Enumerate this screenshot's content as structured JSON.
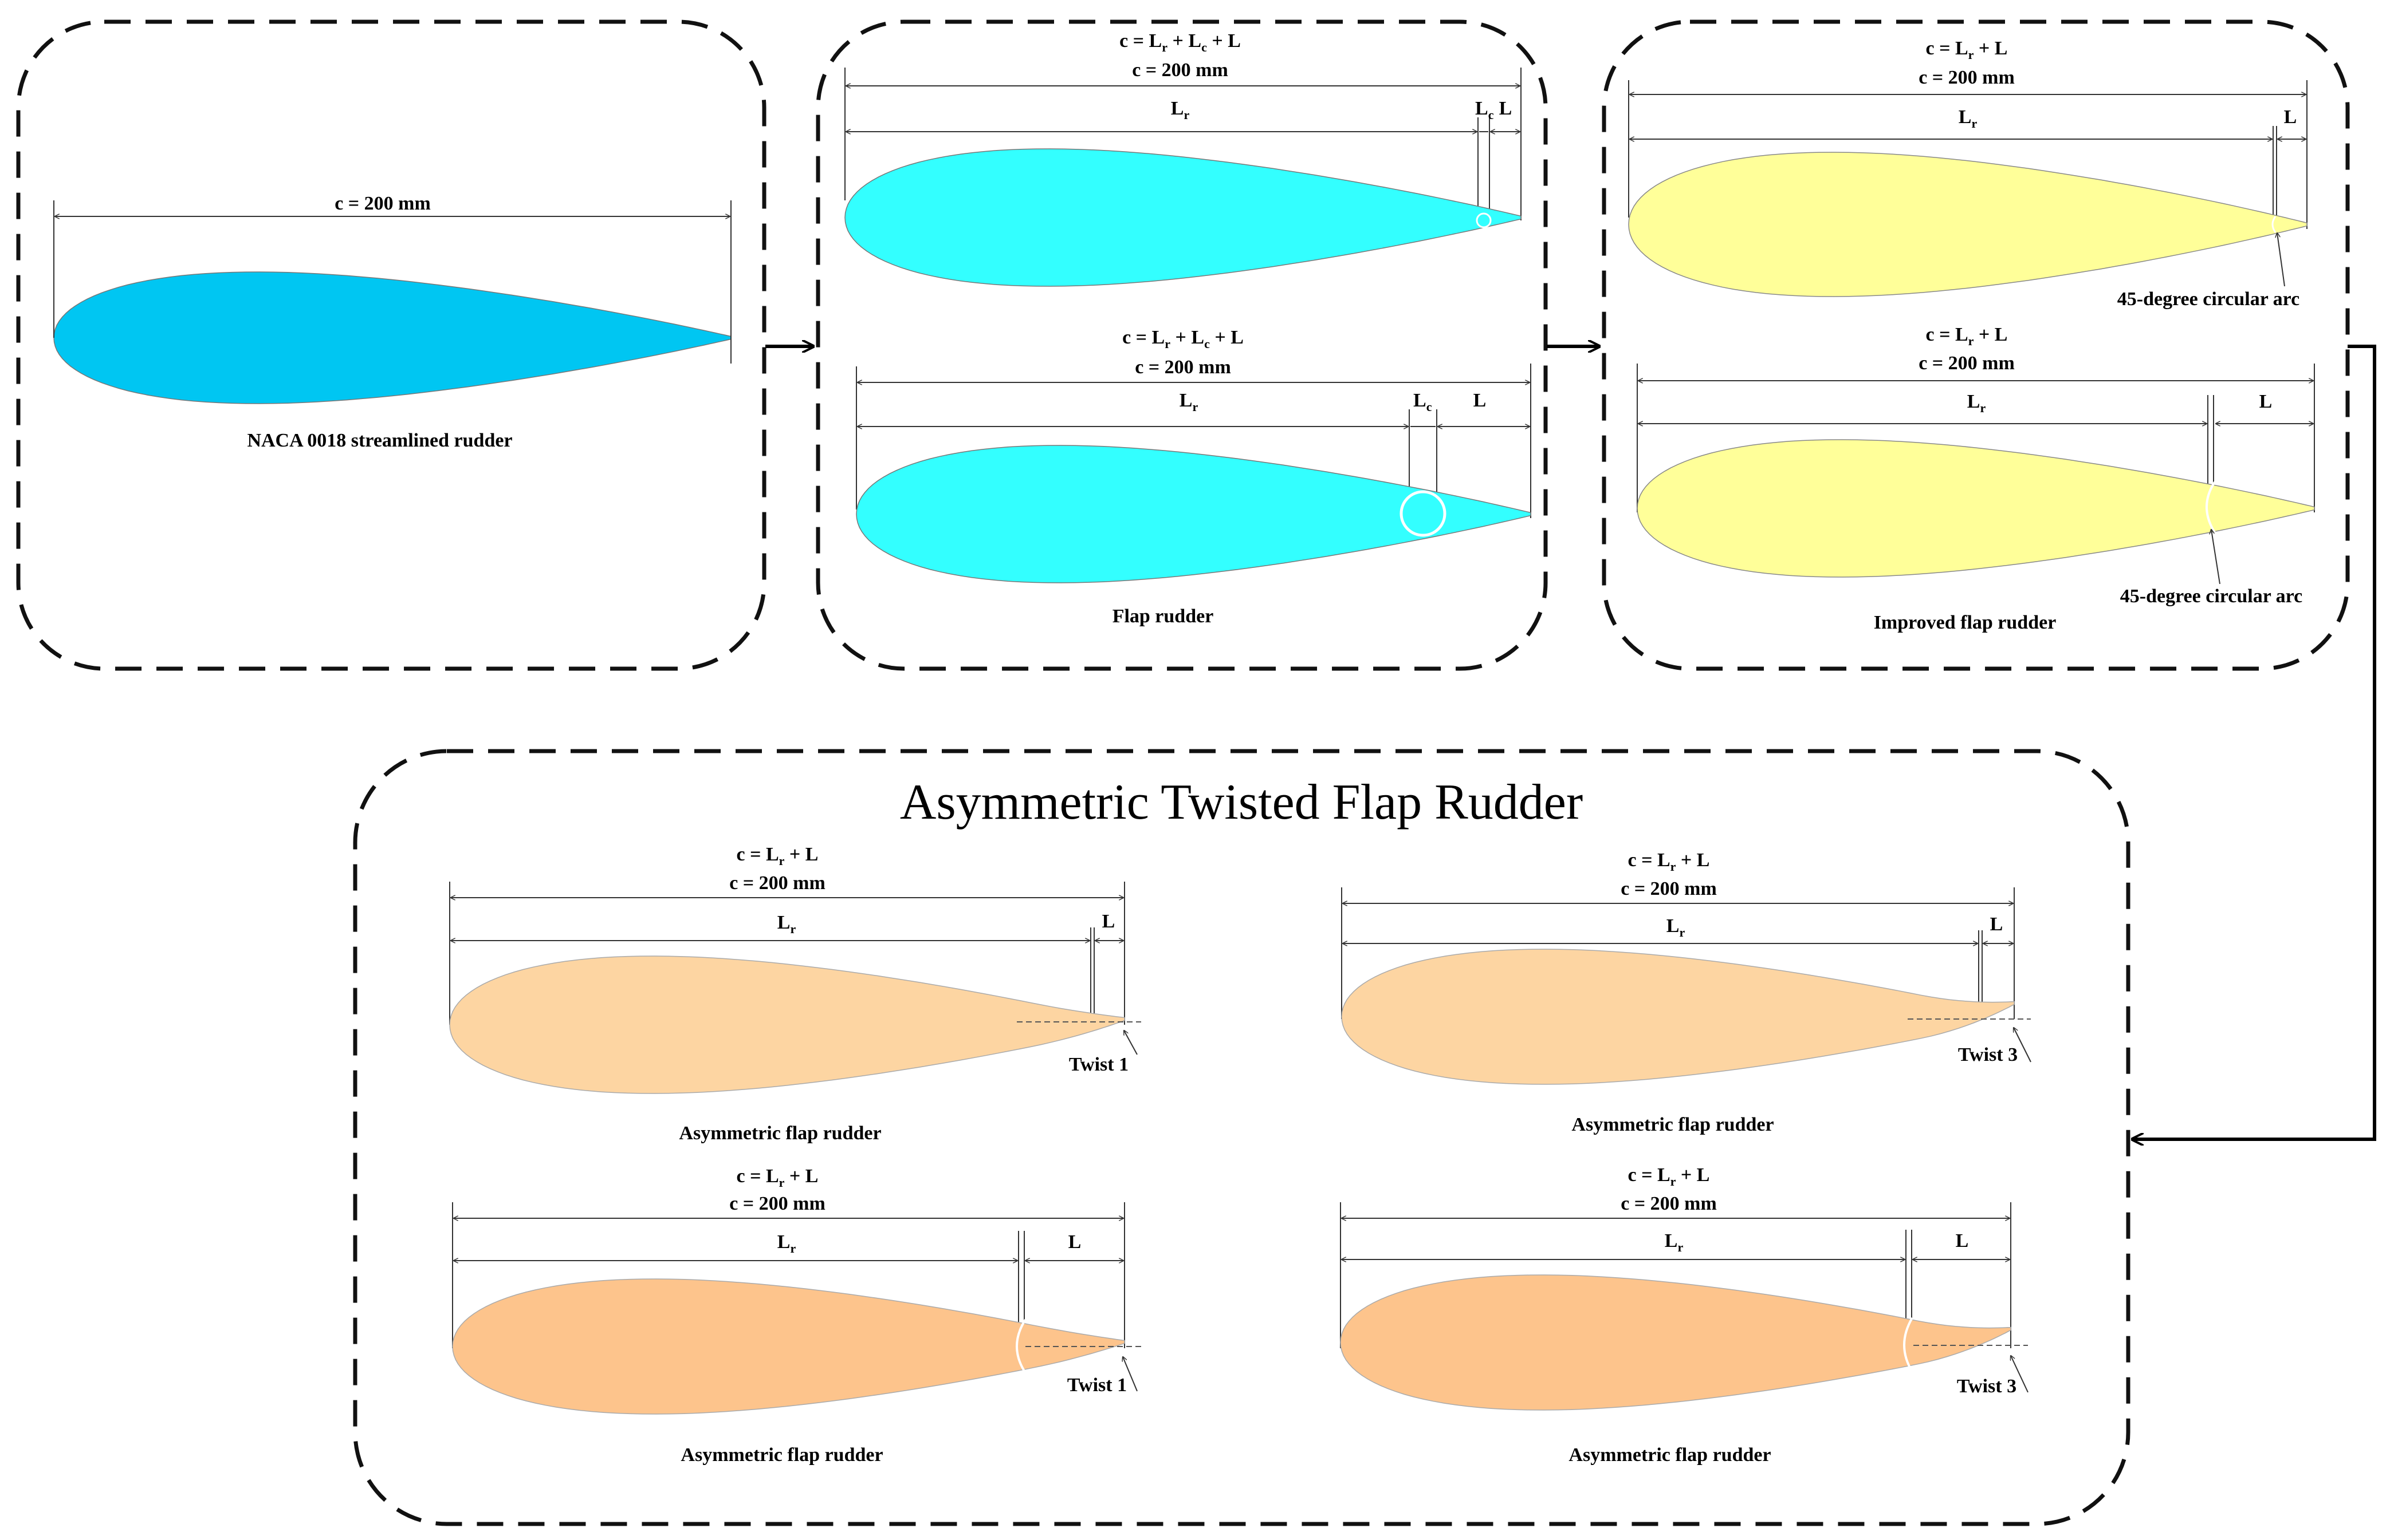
{
  "title": "Asymmetric Twisted Flap Rudder",
  "colors": {
    "naca": "#00c6f2",
    "flap": "#33ffff",
    "improved": "#ffff99",
    "asym_top": "#fdd5a2",
    "asym_bottom": "#fdc48c",
    "frame": "#111111"
  },
  "panels": {
    "naca": {
      "chord": "c = 200 mm",
      "caption": "NACA 0018 streamlined rudder"
    },
    "flap": {
      "caption": "Flap rudder",
      "top": {
        "formula": {
          "lead": "c = L",
          "s1": "r",
          "mid": " + L",
          "s2": "c",
          "tail": " + L"
        },
        "chord": "c = 200 mm",
        "lr": "L",
        "lr_sub": "r",
        "lc": "L",
        "lc_sub": "c",
        "l": "L"
      },
      "bottom": {
        "formula": {
          "lead": "c = L",
          "s1": "r",
          "mid": " + L",
          "s2": "c",
          "tail": " + L"
        },
        "chord": "c = 200 mm",
        "lr": "L",
        "lr_sub": "r",
        "lc": "L",
        "lc_sub": "c",
        "l": "L"
      }
    },
    "improved": {
      "caption": "Improved flap rudder",
      "top": {
        "formula": {
          "lead": "c = L",
          "s1": "r",
          "tail": " + L"
        },
        "chord": "c = 200 mm",
        "lr": "L",
        "lr_sub": "r",
        "l": "L",
        "note": "45-degree circular arc"
      },
      "bottom": {
        "formula": {
          "lead": "c = L",
          "s1": "r",
          "tail": " + L"
        },
        "chord": "c = 200 mm",
        "lr": "L",
        "lr_sub": "r",
        "l": "L",
        "note": "45-degree circular arc"
      }
    },
    "asymmetric": {
      "tl": {
        "formula": {
          "lead": "c = L",
          "s1": "r",
          "tail": " + L"
        },
        "chord": "c = 200 mm",
        "lr": "L",
        "lr_sub": "r",
        "l": "L",
        "twist": "Twist 1",
        "caption": "Asymmetric flap rudder"
      },
      "tr": {
        "formula": {
          "lead": "c = L",
          "s1": "r",
          "tail": " + L"
        },
        "chord": "c = 200 mm",
        "lr": "L",
        "lr_sub": "r",
        "l": "L",
        "twist": "Twist 3",
        "caption": "Asymmetric flap rudder"
      },
      "bl": {
        "formula": {
          "lead": "c = L",
          "s1": "r",
          "tail": " + L"
        },
        "chord": "c = 200 mm",
        "lr": "L",
        "lr_sub": "r",
        "l": "L",
        "twist": "Twist 1",
        "caption": "Asymmetric flap rudder"
      },
      "br": {
        "formula": {
          "lead": "c = L",
          "s1": "r",
          "tail": " + L"
        },
        "chord": "c = 200 mm",
        "lr": "L",
        "lr_sub": "r",
        "l": "L",
        "twist": "Twist 3",
        "caption": "Asymmetric flap rudder"
      }
    }
  }
}
